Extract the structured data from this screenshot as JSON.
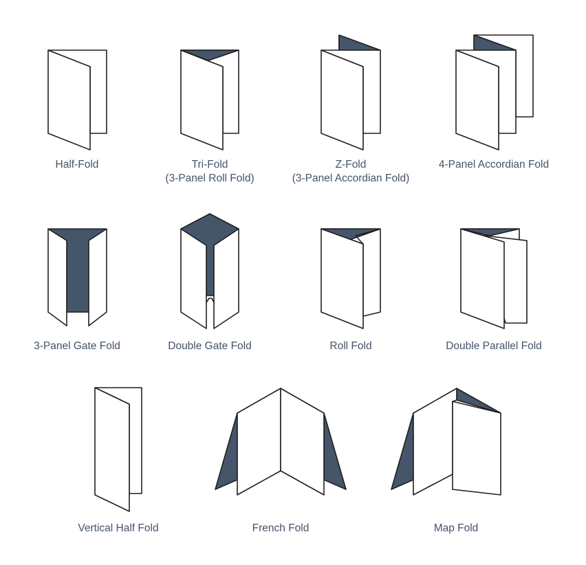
{
  "theme": {
    "panel_fill": "#ffffff",
    "accent_fill": "#46566a",
    "stroke": "#1f1f1f",
    "label_color": "#44536a"
  },
  "folds": [
    {
      "id": "half-fold",
      "label_line1": "Half-Fold",
      "label_line2": ""
    },
    {
      "id": "tri-fold",
      "label_line1": "Tri-Fold",
      "label_line2": "(3-Panel Roll Fold)"
    },
    {
      "id": "z-fold",
      "label_line1": "Z-Fold",
      "label_line2": "(3-Panel Accordian Fold)"
    },
    {
      "id": "4-panel-accordian-fold",
      "label_line1": "4-Panel Accordian Fold",
      "label_line2": ""
    },
    {
      "id": "3-panel-gate-fold",
      "label_line1": "3-Panel Gate Fold",
      "label_line2": ""
    },
    {
      "id": "double-gate-fold",
      "label_line1": "Double Gate Fold",
      "label_line2": ""
    },
    {
      "id": "roll-fold",
      "label_line1": "Roll Fold",
      "label_line2": ""
    },
    {
      "id": "double-parallel-fold",
      "label_line1": "Double Parallel Fold",
      "label_line2": ""
    },
    {
      "id": "vertical-half-fold",
      "label_line1": "Vertical Half Fold",
      "label_line2": ""
    },
    {
      "id": "french-fold",
      "label_line1": "French Fold",
      "label_line2": ""
    },
    {
      "id": "map-fold",
      "label_line1": "Map Fold",
      "label_line2": ""
    }
  ]
}
